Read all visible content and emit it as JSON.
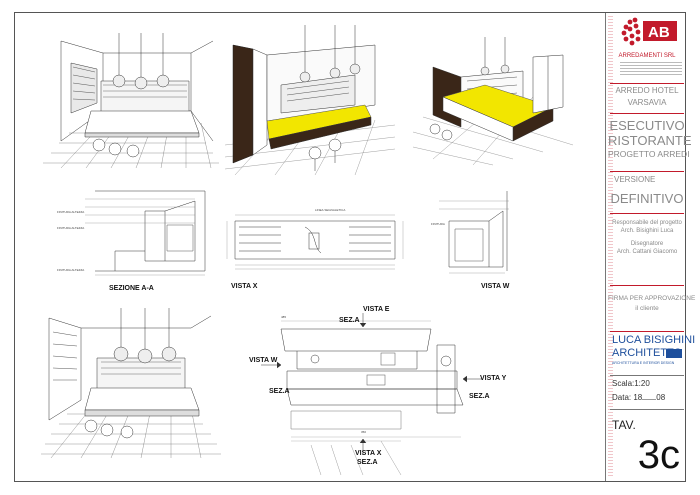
{
  "sections": {
    "section_aa": "SEZIONE A-A",
    "vista_x": "VISTA X",
    "vista_w": "VISTA W",
    "vista_e": "VISTA E",
    "vista_y": "VISTA Y",
    "vista_w_plan": "VISTA W",
    "vista_x_plan": "VISTA X",
    "section_mark_left": "SEZ.A",
    "section_mark_bottom": "SEZ.A",
    "section_mark_top": "SEZ.A",
    "section_mark_right": "SEZ.A"
  },
  "titleblock": {
    "company_logo_letters": "AB",
    "company_name": "ARREDAMENTI SRL",
    "client_line1": "ARREDO HOTEL",
    "client_line2": "VARSAVIA",
    "project_title_line1": "ESECUTIVO",
    "project_title_line2": "RISTORANTE",
    "project_subtitle": "PROGETTO ARREDI",
    "version_label": "VERSIONE",
    "version_value": "DEFINITIVO",
    "responsible_line1": "Responsabile del progetto",
    "responsible_line2": "Arch. Bisighini Luca",
    "designer_line1": "Disegnatore",
    "designer_line2": "Arch. Cattani Giacomo",
    "approval_line1": "FIRMA PER APPROVAZIONE",
    "approval_line2": "il cliente",
    "architect_name": "LUCA BISIGHINI",
    "architect_title": "ARCHITETTO",
    "architect_tagline": "ARCHITETTURA E INTERIOR DESIGN",
    "scale": "Scala:1:20",
    "date": "Data: 18",
    "date_suffix": "08",
    "tav_label": "TAV.",
    "tav_number": "3c"
  },
  "colors": {
    "red_accent": "#c21a2b",
    "counter_yellow": "#f2e600",
    "wood_dark": "#3a2618",
    "architect_blue": "#1e4f9c"
  }
}
